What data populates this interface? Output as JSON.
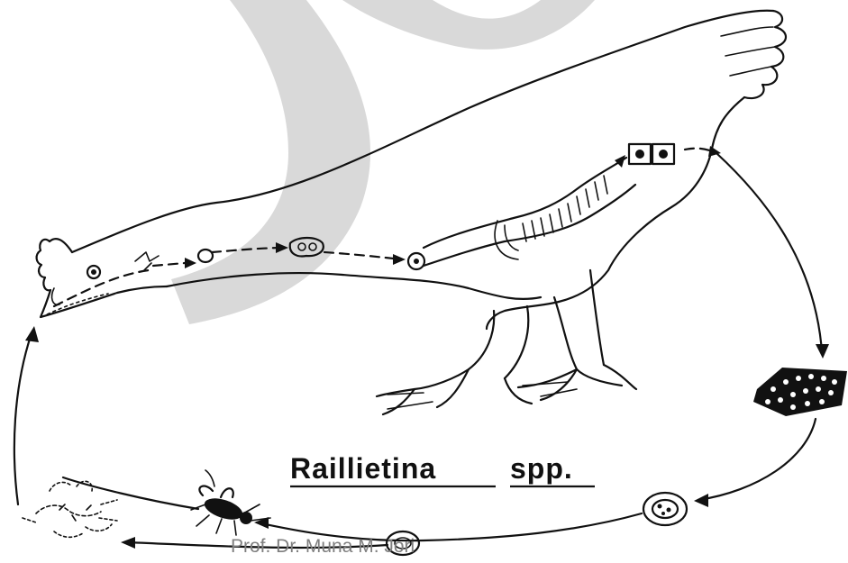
{
  "diagram": {
    "title_genus": "Raillietina",
    "title_species": "spp.",
    "credit": "Prof. Dr. Muna M. Jori"
  },
  "colors": {
    "ink": "#111111",
    "watermark": "#d9d9d9",
    "credit": "#7f7f7f",
    "background": "#ffffff"
  }
}
